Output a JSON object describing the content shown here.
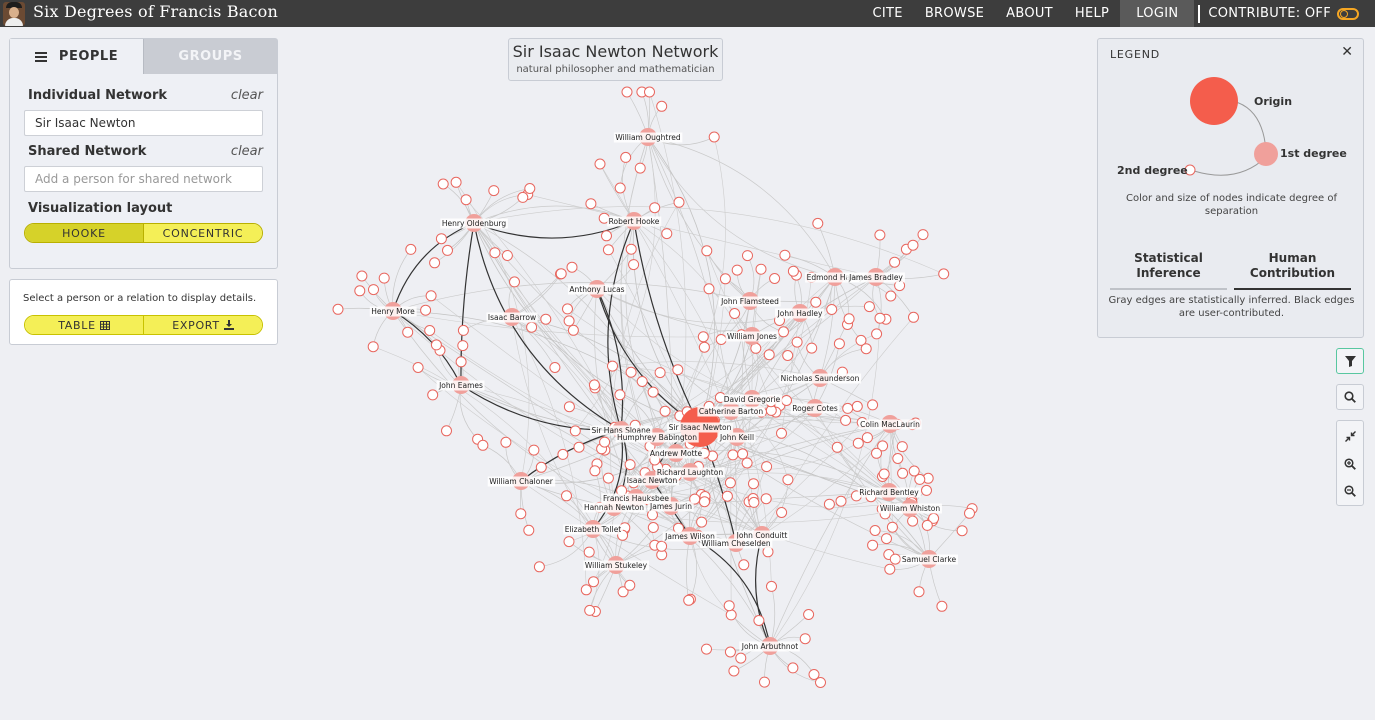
{
  "site": {
    "title": "Six Degrees of Francis Bacon"
  },
  "nav": {
    "cite": "CITE",
    "browse": "BROWSE",
    "about": "ABOUT",
    "help": "HELP",
    "login": "LOGIN",
    "contribute": "CONTRIBUTE: OFF"
  },
  "left_panel": {
    "tabs": {
      "people": "PEOPLE",
      "groups": "GROUPS"
    },
    "individual_label": "Individual Network",
    "clear1": "clear",
    "individual_value": "Sir Isaac Newton",
    "shared_label": "Shared Network",
    "clear2": "clear",
    "shared_placeholder": "Add a person for shared network",
    "layout_label": "Visualization layout",
    "layout_hooke": "HOOKE",
    "layout_concentric": "CONCENTRIC"
  },
  "detail_panel": {
    "text": "Select a person or a relation to display details.",
    "table": "TABLE",
    "export": "EXPORT"
  },
  "network": {
    "title": "Sir Isaac Newton Network",
    "subtitle": "natural philosopher and mathematician"
  },
  "legend": {
    "title": "LEGEND",
    "origin": "Origin",
    "first": "1st degree",
    "second": "2nd degree",
    "desc": "Color and size of nodes indicate degree of separation",
    "tab_stat_1": "Statistical",
    "tab_stat_2": "Inference",
    "tab_human_1": "Human",
    "tab_human_2": "Contribution",
    "edges": "Gray edges are statistically inferred. Black edges are user-contributed."
  },
  "colors": {
    "origin": "#f45d4c",
    "first_degree": "#f0a09b",
    "second_degree_stroke": "#e8675f",
    "highlight": "#f4ef57"
  },
  "icons": [
    "menu-icon",
    "table-icon",
    "download-icon",
    "close-icon",
    "filter-icon",
    "search-icon",
    "compress-icon",
    "zoom-in-icon",
    "zoom-out-icon"
  ],
  "graph": {
    "nodes": [
      "Sir Isaac Newton",
      "William Oughtred",
      "Henry Oldenburg",
      "Robert Hooke",
      "Anthony Lucas",
      "Henry More",
      "Isaac Barrow",
      "John Flamsteed",
      "Edmond Halley",
      "James Bradley",
      "John Hadley",
      "William Jones",
      "John Eames",
      "Nicholas Saunderson",
      "David Gregorie",
      "Catherine Barton",
      "Roger Cotes",
      "Colin MacLaurin",
      "Sir Hans Sloane",
      "Humphrey Babington",
      "John Keill",
      "Andrew Motte",
      "Richard Laughton",
      "Isaac Newton",
      "William Chaloner",
      "Francis Hauksbee",
      "Hannah Newton",
      "James Jurin",
      "Richard Bentley",
      "William Whiston",
      "Elizabeth Tollet",
      "James Wilson",
      "John Conduitt",
      "William Cheselden",
      "Samuel Clarke",
      "William Stukeley",
      "John Arbuthnot"
    ]
  }
}
